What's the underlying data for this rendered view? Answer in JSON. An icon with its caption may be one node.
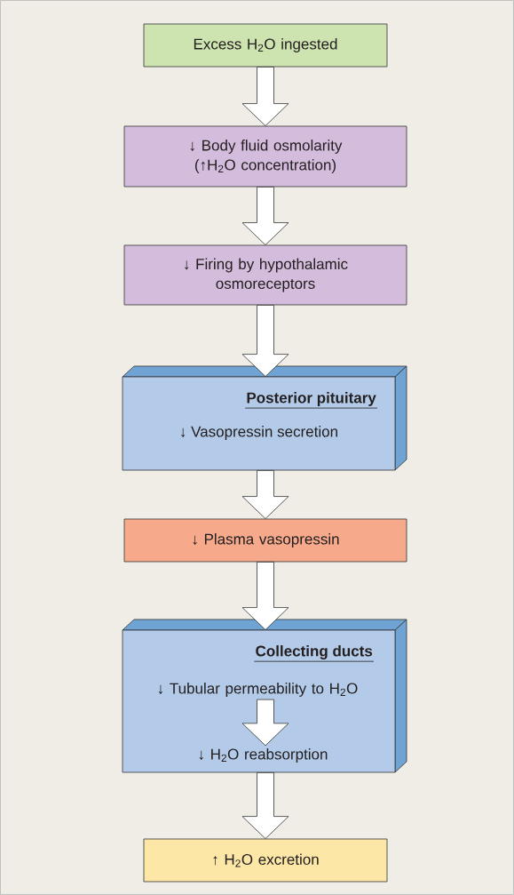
{
  "diagram": {
    "nodes": [
      {
        "text": [
          "Excess H$_{2}$O ingested"
        ]
      },
      {
        "text": [
          "↓ Body fluid osmolarity (↑H$_{2}$O concentration)"
        ]
      },
      {
        "text": [
          "↓ Firing by hypothalamic osmoreceptors"
        ]
      },
      {
        "text": [
          "Posterior pituitary",
          "↓ Vasopressin secretion"
        ]
      },
      {
        "text": [
          "↓ Plasma vasopressin"
        ]
      },
      {
        "text": [
          "Collecting ducts"
        ]
      },
      {
        "text": [
          "↓ Tubular permeability to H$_{2}$O"
        ],
        "in": 5
      },
      {
        "text": [
          "↓ H$_{2}$O reabsorption"
        ],
        "in": 5
      },
      {
        "text": [
          "↑ H$_{2}$O excretion"
        ]
      }
    ],
    "edges": [
      {
        "from": 0,
        "to": 1,
        "arrow": "to"
      },
      {
        "from": 1,
        "to": 2,
        "arrow": "to"
      },
      {
        "from": 2,
        "to": 3,
        "arrow": "to"
      },
      {
        "from": 3,
        "to": 4,
        "arrow": "to"
      },
      {
        "from": 4,
        "to": 5,
        "arrow": "to"
      },
      {
        "from": 6,
        "to": 7,
        "arrow": "to"
      },
      {
        "from": 5,
        "to": 8,
        "arrow": "to"
      }
    ]
  }
}
